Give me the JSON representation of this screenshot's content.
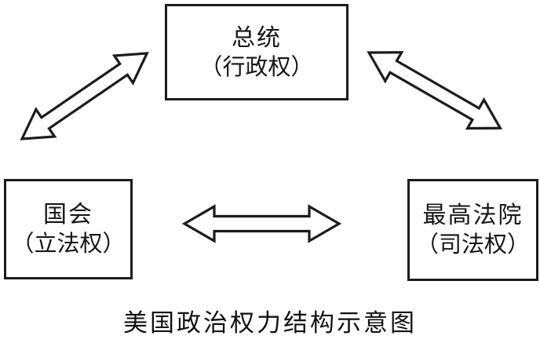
{
  "diagram": {
    "caption": "美国政治权力结构示意图",
    "colors": {
      "line": "#1c1c1c",
      "background": "#ffffff"
    },
    "nodes": [
      {
        "id": "president",
        "title": "总统",
        "subtitle": "（行政权）"
      },
      {
        "id": "congress",
        "title": "国会",
        "subtitle": "（立法权）"
      },
      {
        "id": "supreme-court",
        "title": "最高法院",
        "subtitle": "（司法权）"
      }
    ],
    "edges": [
      {
        "from": "congress",
        "to": "president",
        "style": "hollow-double-arrow"
      },
      {
        "from": "president",
        "to": "supreme-court",
        "style": "hollow-double-arrow"
      },
      {
        "from": "congress",
        "to": "supreme-court",
        "style": "hollow-double-arrow"
      }
    ]
  }
}
